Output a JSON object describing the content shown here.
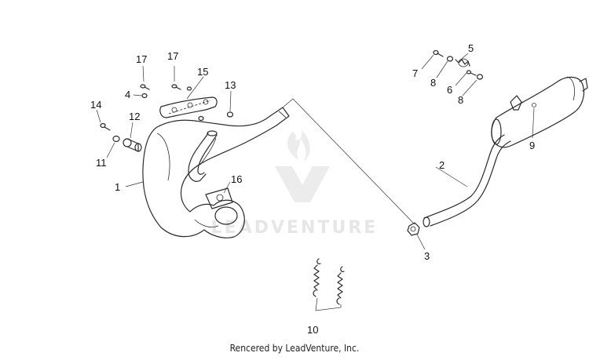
{
  "watermark": {
    "brand": "LEADVENTURE"
  },
  "callouts": [
    {
      "id": "c1",
      "text": "1"
    },
    {
      "id": "c2",
      "text": "2"
    },
    {
      "id": "c3",
      "text": "3"
    },
    {
      "id": "c4",
      "text": "4"
    },
    {
      "id": "c5",
      "text": "5"
    },
    {
      "id": "c6",
      "text": "6"
    },
    {
      "id": "c7",
      "text": "7"
    },
    {
      "id": "c8a",
      "text": "8"
    },
    {
      "id": "c8b",
      "text": "8"
    },
    {
      "id": "c9",
      "text": "9"
    },
    {
      "id": "c10",
      "text": "10"
    },
    {
      "id": "c11",
      "text": "11"
    },
    {
      "id": "c12",
      "text": "12"
    },
    {
      "id": "c13",
      "text": "13"
    },
    {
      "id": "c14",
      "text": "14"
    },
    {
      "id": "c15",
      "text": "15"
    },
    {
      "id": "c16",
      "text": "16"
    },
    {
      "id": "c17a",
      "text": "17"
    },
    {
      "id": "c17b",
      "text": "17"
    }
  ],
  "footer": {
    "text": "Rencered by LeadVenture, Inc."
  },
  "colors": {
    "line": "#2b2b2b",
    "watermark": "#e6e6e6",
    "background": "#ffffff"
  }
}
